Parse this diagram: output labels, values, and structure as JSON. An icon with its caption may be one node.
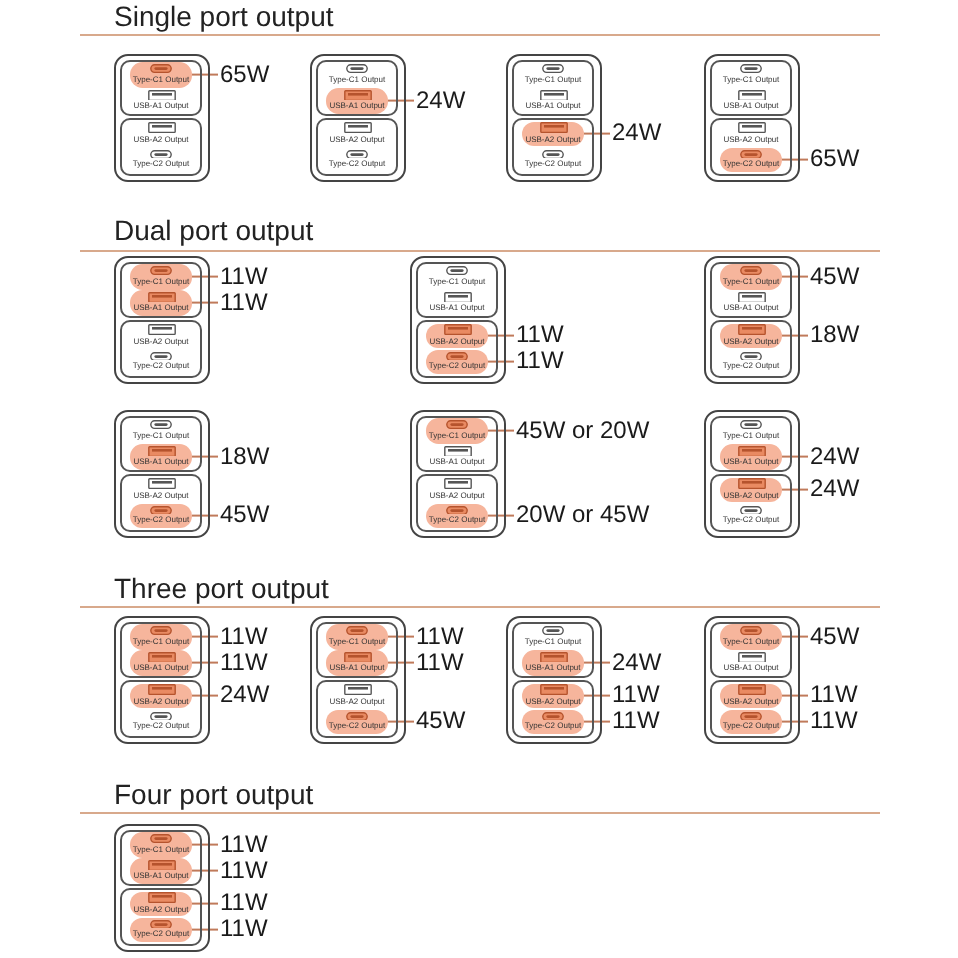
{
  "diagram": {
    "nodes": [
      {
        "text": [],
        "shape": "box"
      },
      {
        "text": [],
        "shape": "box",
        "in": 0
      },
      {
        "text": [
          "Type-C1 Output"
        ],
        "in": 1
      },
      {
        "text": [
          "USB-A1 Output"
        ],
        "in": 1
      },
      {
        "text": [],
        "shape": "box",
        "in": 0
      },
      {
        "text": [
          "USB-A2 Output"
        ],
        "in": 4
      },
      {
        "text": [
          "Type-C2 Output"
        ],
        "in": 4
      },
      {
        "text": [
          "65W"
        ]
      },
      {
        "text": [],
        "shape": "box"
      },
      {
        "text": [],
        "shape": "box",
        "in": 8
      },
      {
        "text": [
          "Type-C1 Output"
        ],
        "in": 9
      },
      {
        "text": [
          "USB-A1 Output"
        ],
        "in": 9
      },
      {
        "text": [],
        "shape": "box",
        "in": 8
      },
      {
        "text": [
          "USB-A2 Output"
        ],
        "in": 12
      },
      {
        "text": [
          "Type-C2 Output"
        ],
        "in": 12
      },
      {
        "text": [
          "24W"
        ]
      },
      {
        "text": [],
        "shape": "box"
      },
      {
        "text": [],
        "shape": "box",
        "in": 16
      },
      {
        "text": [
          "Type-C1 Output"
        ],
        "in": 17
      },
      {
        "text": [
          "USB-A1 Output"
        ],
        "in": 17
      },
      {
        "text": [],
        "shape": "box",
        "in": 16
      },
      {
        "text": [
          "USB-A2 Output"
        ],
        "in": 20
      },
      {
        "text": [
          "Type-C2 Output"
        ],
        "in": 20
      },
      {
        "text": [
          "24W"
        ]
      },
      {
        "text": [],
        "shape": "box"
      },
      {
        "text": [],
        "shape": "box",
        "in": 24
      },
      {
        "text": [
          "Type-C1 Output"
        ],
        "in": 25
      },
      {
        "text": [
          "USB-A1 Output"
        ],
        "in": 25
      },
      {
        "text": [],
        "shape": "box",
        "in": 24
      },
      {
        "text": [
          "USB-A2 Output"
        ],
        "in": 28
      },
      {
        "text": [
          "Type-C2 Output"
        ],
        "in": 28
      },
      {
        "text": [
          "65W"
        ]
      },
      {
        "text": [],
        "shape": "box"
      },
      {
        "text": [],
        "shape": "box",
        "in": 32
      },
      {
        "text": [
          "Type-C1 Output"
        ],
        "in": 33
      },
      {
        "text": [
          "USB-A1 Output"
        ],
        "in": 33
      },
      {
        "text": [],
        "shape": "box",
        "in": 32
      },
      {
        "text": [
          "USB-A2 Output"
        ],
        "in": 36
      },
      {
        "text": [
          "Type-C2 Output"
        ],
        "in": 36
      },
      {
        "text": [
          "11W"
        ]
      },
      {
        "text": [
          "11W"
        ]
      },
      {
        "text": [],
        "shape": "box"
      },
      {
        "text": [],
        "shape": "box",
        "in": 41
      },
      {
        "text": [
          "Type-C1 Output"
        ],
        "in": 42
      },
      {
        "text": [
          "USB-A1 Output"
        ],
        "in": 42
      },
      {
        "text": [],
        "shape": "box",
        "in": 41
      },
      {
        "text": [
          "USB-A2 Output"
        ],
        "in": 45
      },
      {
        "text": [
          "Type-C2 Output"
        ],
        "in": 45
      },
      {
        "text": [
          "11W"
        ]
      },
      {
        "text": [
          "11W"
        ]
      },
      {
        "text": [],
        "shape": "box"
      },
      {
        "text": [],
        "shape": "box",
        "in": 50
      },
      {
        "text": [
          "Type-C1 Output"
        ],
        "in": 51
      },
      {
        "text": [
          "USB-A1 Output"
        ],
        "in": 51
      },
      {
        "text": [],
        "shape": "box",
        "in": 50
      },
      {
        "text": [
          "USB-A2 Output"
        ],
        "in": 54
      },
      {
        "text": [
          "Type-C2 Output"
        ],
        "in": 54
      },
      {
        "text": [
          "45W"
        ]
      },
      {
        "text": [
          "18W"
        ]
      },
      {
        "text": [],
        "shape": "box"
      },
      {
        "text": [],
        "shape": "box",
        "in": 59
      },
      {
        "text": [
          "Type-C1 Output"
        ],
        "in": 60
      },
      {
        "text": [
          "USB-A1 Output"
        ],
        "in": 60
      },
      {
        "text": [],
        "shape": "box",
        "in": 59
      },
      {
        "text": [
          "USB-A2 Output"
        ],
        "in": 63
      },
      {
        "text": [
          "Type-C2 Output"
        ],
        "in": 63
      },
      {
        "text": [
          "18W"
        ]
      },
      {
        "text": [
          "45W"
        ]
      },
      {
        "text": [],
        "shape": "box"
      },
      {
        "text": [],
        "shape": "box",
        "in": 68
      },
      {
        "text": [
          "Type-C1 Output"
        ],
        "in": 69
      },
      {
        "text": [
          "USB-A1 Output"
        ],
        "in": 69
      },
      {
        "text": [],
        "shape": "box",
        "in": 68
      },
      {
        "text": [
          "USB-A2 Output"
        ],
        "in": 72
      },
      {
        "text": [
          "Type-C2 Output"
        ],
        "in": 72
      },
      {
        "text": [
          "45W or 20W"
        ]
      },
      {
        "text": [
          "20W or 45W"
        ]
      },
      {
        "text": [],
        "shape": "box"
      },
      {
        "text": [],
        "shape": "box",
        "in": 77
      },
      {
        "text": [
          "Type-C1 Output"
        ],
        "in": 78
      },
      {
        "text": [
          "USB-A1 Output"
        ],
        "in": 78
      },
      {
        "text": [],
        "shape": "box",
        "in": 77
      },
      {
        "text": [
          "USB-A2 Output"
        ],
        "in": 81
      },
      {
        "text": [
          "Type-C2 Output"
        ],
        "in": 81
      },
      {
        "text": [
          "24W"
        ]
      },
      {
        "text": [
          "24W"
        ]
      },
      {
        "text": [],
        "shape": "box"
      },
      {
        "text": [],
        "shape": "box",
        "in": 86
      },
      {
        "text": [
          "Type-C1 Output"
        ],
        "in": 87
      },
      {
        "text": [
          "USB-A1 Output"
        ],
        "in": 87
      },
      {
        "text": [],
        "shape": "box",
        "in": 86
      },
      {
        "text": [
          "USB-A2 Output"
        ],
        "in": 90
      },
      {
        "text": [
          "Type-C2 Output"
        ],
        "in": 90
      },
      {
        "text": [
          "11W"
        ]
      },
      {
        "text": [
          "11W"
        ]
      },
      {
        "text": [
          "24W"
        ]
      },
      {
        "text": [],
        "shape": "box"
      },
      {
        "text": [],
        "shape": "box",
        "in": 96
      },
      {
        "text": [
          "Type-C1 Output"
        ],
        "in": 97
      },
      {
        "text": [
          "USB-A1 Output"
        ],
        "in": 97
      },
      {
        "text": [],
        "shape": "box",
        "in": 96
      },
      {
        "text": [
          "USB-A2 Output"
        ],
        "in": 100
      },
      {
        "text": [
          "Type-C2 Output"
        ],
        "in": 100
      },
      {
        "text": [
          "11W"
        ]
      },
      {
        "text": [
          "11W"
        ]
      },
      {
        "text": [
          "45W"
        ]
      },
      {
        "text": [],
        "shape": "box"
      },
      {
        "text": [],
        "shape": "box",
        "in": 106
      },
      {
        "text": [
          "Type-C1 Output"
        ],
        "in": 107
      },
      {
        "text": [
          "USB-A1 Output"
        ],
        "in": 107
      },
      {
        "text": [],
        "shape": "box",
        "in": 106
      },
      {
        "text": [
          "USB-A2 Output"
        ],
        "in": 110
      },
      {
        "text": [
          "Type-C2 Output"
        ],
        "in": 110
      },
      {
        "text": [
          "24W"
        ]
      },
      {
        "text": [
          "11W"
        ]
      },
      {
        "text": [
          "11W"
        ]
      },
      {
        "text": [],
        "shape": "box"
      },
      {
        "text": [],
        "shape": "box",
        "in": 116
      },
      {
        "text": [
          "Type-C1 Output"
        ],
        "in": 117
      },
      {
        "text": [
          "USB-A1 Output"
        ],
        "in": 117
      },
      {
        "text": [],
        "shape": "box",
        "in": 116
      },
      {
        "text": [
          "USB-A2 Output"
        ],
        "in": 120
      },
      {
        "text": [
          "Type-C2 Output"
        ],
        "in": 120
      },
      {
        "text": [
          "45W"
        ]
      },
      {
        "text": [
          "11W"
        ]
      },
      {
        "text": [
          "11W"
        ]
      },
      {
        "text": [],
        "shape": "box"
      },
      {
        "text": [],
        "shape": "box",
        "in": 126
      },
      {
        "text": [
          "Type-C1 Output"
        ],
        "in": 127
      },
      {
        "text": [
          "USB-A1 Output"
        ],
        "in": 127
      },
      {
        "text": [],
        "shape": "box",
        "in": 126
      },
      {
        "text": [
          "USB-A2 Output"
        ],
        "in": 130
      },
      {
        "text": [
          "Type-C2 Output"
        ],
        "in": 130
      },
      {
        "text": [
          "11W"
        ]
      },
      {
        "text": [
          "11W"
        ]
      },
      {
        "text": [
          "11W"
        ]
      },
      {
        "text": [
          "11W"
        ]
      }
    ],
    "edges": [
      {
        "from": 7,
        "to": 2,
        "arrow": "none"
      },
      {
        "from": 15,
        "to": 11,
        "arrow": "none"
      },
      {
        "from": 23,
        "to": 21,
        "arrow": "none"
      },
      {
        "from": 31,
        "to": 30,
        "arrow": "none"
      },
      {
        "from": 39,
        "to": 34,
        "arrow": "none"
      },
      {
        "from": 40,
        "to": 35,
        "arrow": "none"
      },
      {
        "from": 48,
        "to": 46,
        "arrow": "none"
      },
      {
        "from": 49,
        "to": 47,
        "arrow": "none"
      },
      {
        "from": 57,
        "to": 52,
        "arrow": "none"
      },
      {
        "from": 58,
        "to": 55,
        "arrow": "none"
      },
      {
        "from": 66,
        "to": 62,
        "arrow": "none"
      },
      {
        "from": 67,
        "to": 65,
        "arrow": "none"
      },
      {
        "from": 75,
        "to": 70,
        "arrow": "none"
      },
      {
        "from": 76,
        "to": 74,
        "arrow": "none"
      },
      {
        "from": 84,
        "to": 80,
        "arrow": "none"
      },
      {
        "from": 85,
        "to": 82,
        "arrow": "none"
      },
      {
        "from": 93,
        "to": 88,
        "arrow": "none"
      },
      {
        "from": 94,
        "to": 89,
        "arrow": "none"
      },
      {
        "from": 95,
        "to": 91,
        "arrow": "none"
      },
      {
        "from": 103,
        "to": 98,
        "arrow": "none"
      },
      {
        "from": 104,
        "to": 99,
        "arrow": "none"
      },
      {
        "from": 105,
        "to": 102,
        "arrow": "none"
      },
      {
        "from": 113,
        "to": 109,
        "arrow": "none"
      },
      {
        "from": 114,
        "to": 111,
        "arrow": "none"
      },
      {
        "from": 115,
        "to": 112,
        "arrow": "none"
      },
      {
        "from": 123,
        "to": 118,
        "arrow": "none"
      },
      {
        "from": 124,
        "to": 121,
        "arrow": "none"
      },
      {
        "from": 125,
        "to": 122,
        "arrow": "none"
      },
      {
        "from": 133,
        "to": 128,
        "arrow": "none"
      },
      {
        "from": 134,
        "to": 129,
        "arrow": "none"
      },
      {
        "from": 135,
        "to": 131,
        "arrow": "none"
      },
      {
        "from": 136,
        "to": 132,
        "arrow": "none"
      }
    ],
    "labels": [
      "Single port output",
      "Dual port output",
      "Three port output",
      "Four port output"
    ]
  }
}
